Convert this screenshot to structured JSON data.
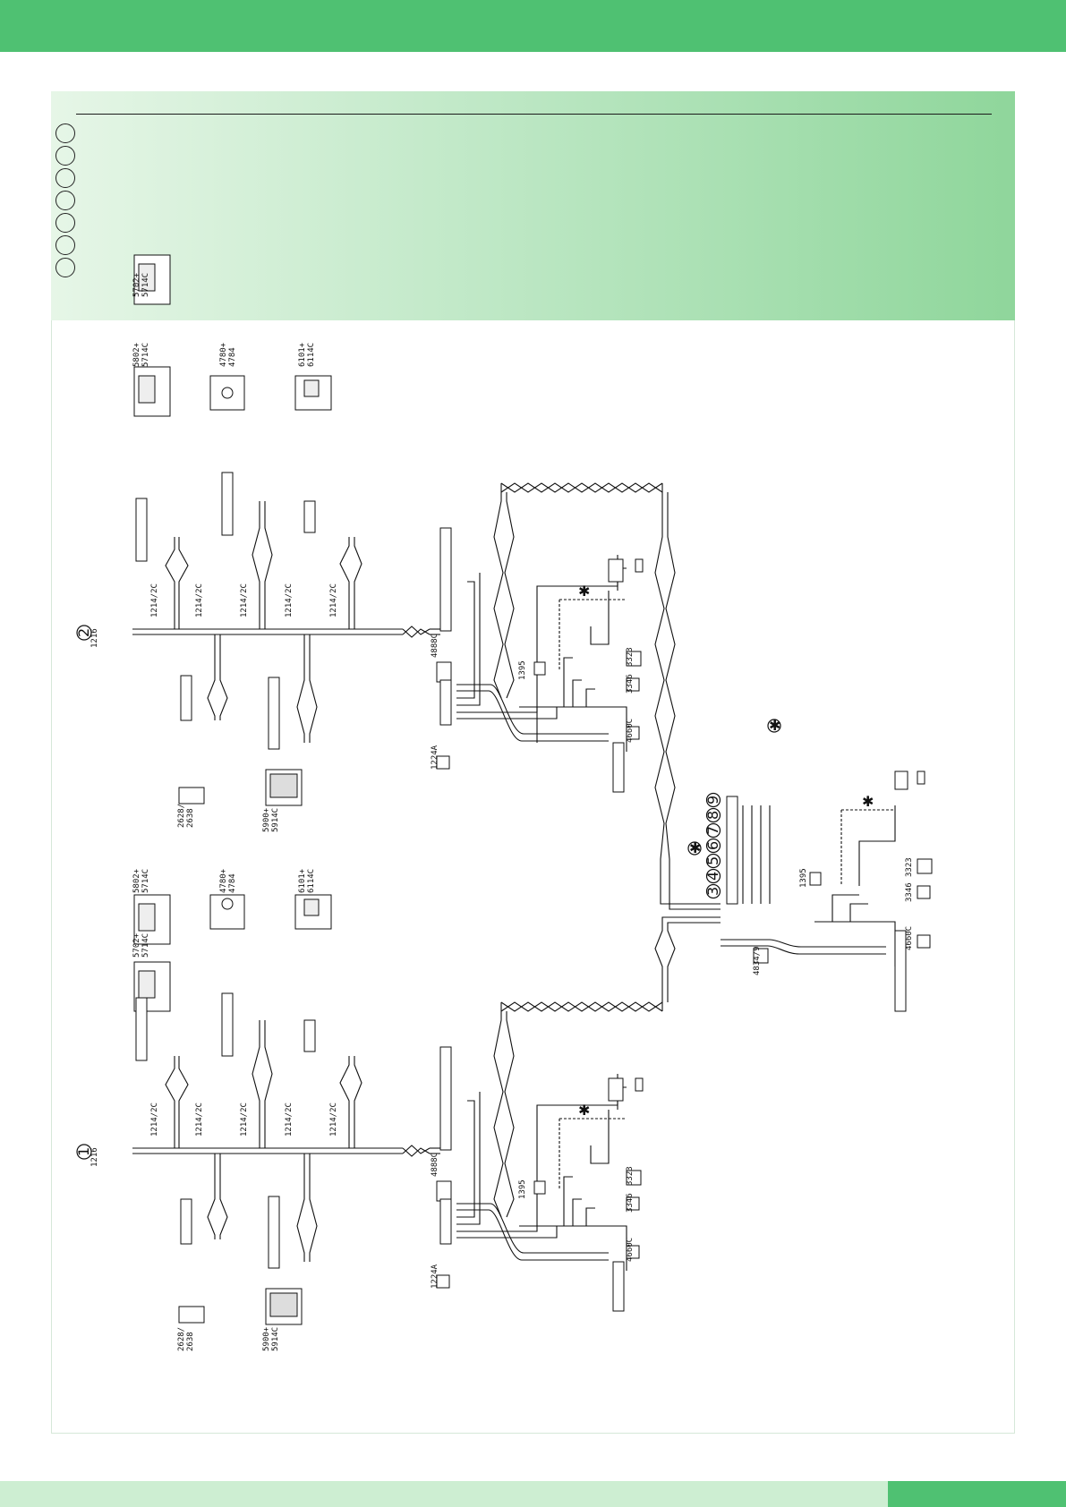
{
  "colors": {
    "header_green": "#4fc172",
    "panel_green": "#8fd69b",
    "wire": "#111111"
  },
  "section_markers": [
    "1",
    "2"
  ],
  "circled_numbers": [
    "3",
    "4",
    "5",
    "6",
    "7",
    "8",
    "9"
  ],
  "star": "✱",
  "labels": {
    "b1216": "1216",
    "b1214": "1214/2C",
    "b4888": "4888C",
    "b1224": "1224A",
    "b1395": "1395",
    "b3323": "3323",
    "b3346": "3346",
    "b4660": "4660C",
    "b2628a": "2628/",
    "b2628b": "2638",
    "b5900a": "5900+",
    "b5900b": "5914C",
    "b5702a": "5702+",
    "b5702b": "5714C",
    "b5802a": "5802+",
    "b5802b": "5714C",
    "b4780a": "4780+",
    "b4780b": "4784",
    "b6101a": "6101+",
    "b6101b": "6114C",
    "b4834": "4834/9"
  }
}
